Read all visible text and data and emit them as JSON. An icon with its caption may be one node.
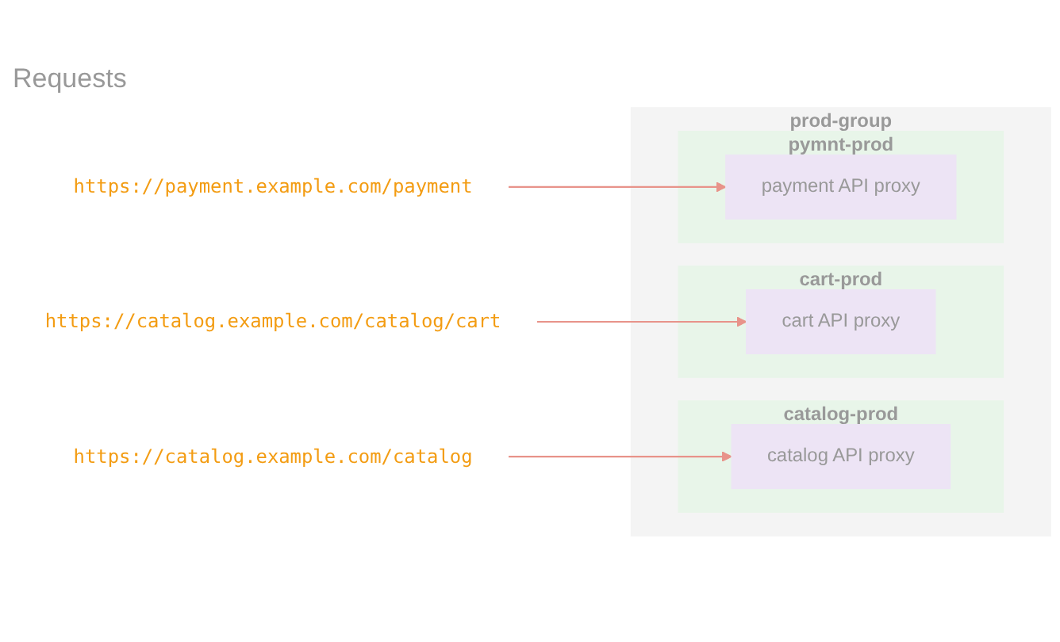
{
  "diagram": {
    "nodes": [
      {
        "text": [
          "prod-group"
        ]
      },
      {
        "text": [
          "catalog-prod"
        ],
        "in": 0
      },
      {
        "text": [
          "catalog API proxy"
        ],
        "in": 1
      },
      {
        "text": [
          "cart-prod"
        ],
        "in": 0
      },
      {
        "text": [
          "cart API proxy"
        ],
        "in": 3
      },
      {
        "text": [
          "pymnt-prod"
        ],
        "in": 0
      },
      {
        "text": [
          "payment API proxy"
        ],
        "in": 5
      },
      {
        "text": [
          "https://catalog.example.com/catalog"
        ]
      },
      {
        "text": [
          "https://catalog.example.com/catalog/cart"
        ]
      },
      {
        "text": [
          "https://payment.example.com/payment"
        ]
      }
    ],
    "edges": [
      {
        "from": 7,
        "to": 2,
        "arrow": "to"
      },
      {
        "from": 8,
        "to": 4,
        "arrow": "to"
      },
      {
        "from": 9,
        "to": 6,
        "arrow": "to"
      }
    ],
    "labels": [
      "Requests"
    ]
  }
}
